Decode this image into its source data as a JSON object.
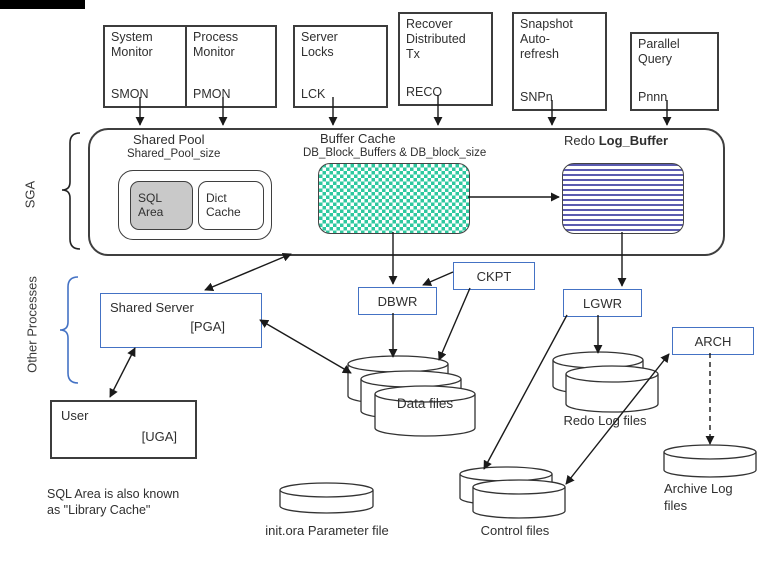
{
  "top_row": [
    {
      "title": "System\nMonitor",
      "code": "SMON"
    },
    {
      "title": "Process\nMonitor",
      "code": "PMON"
    },
    {
      "title": "Server\nLocks",
      "code": "LCK"
    },
    {
      "title": "Recover\nDistributed\nTx",
      "code": "RECO"
    },
    {
      "title": "Snapshot\nAuto-\nrefresh",
      "code": "SNPn"
    },
    {
      "title": "Parallel\nQuery",
      "code": "Pnnn"
    }
  ],
  "sga": {
    "label": "SGA",
    "shared_pool": {
      "title": "Shared Pool",
      "param": "Shared_Pool_size",
      "sql_area": "SQL\nArea",
      "dict_cache": "Dict\nCache"
    },
    "buffer_cache": {
      "title": "Buffer Cache",
      "param": "DB_Block_Buffers & DB_block_size"
    },
    "redo": {
      "title_prefix": "Redo ",
      "title_bold": "Log_Buffer"
    }
  },
  "other": {
    "label": "Other Processes",
    "shared_server": {
      "title": "Shared Server",
      "tag": "[PGA]"
    },
    "dbwr": "DBWR",
    "ckpt": "CKPT",
    "lgwr": "LGWR",
    "arch": "ARCH",
    "user": {
      "title": "User",
      "tag": "[UGA]"
    }
  },
  "files": {
    "data_files": "Data files",
    "init_ora": "init.ora Parameter file",
    "control_files": "Control files",
    "redo_log": "Redo Log files",
    "archive_log": "Archive Log\nfiles"
  },
  "note": "SQL Area is also known\nas \"Library Cache\"",
  "colors": {
    "accent_blue": "#4472c4",
    "checker_green": "#2ec89f",
    "stripe_blue": "#5b5bb0",
    "sql_gray": "#c9c9c9"
  }
}
